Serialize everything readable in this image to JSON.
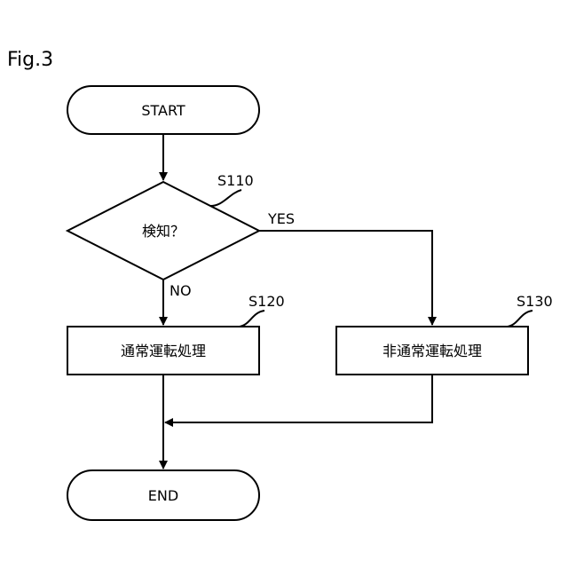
{
  "figure_label": "Fig.3",
  "nodes": {
    "start": "START",
    "decision": "検知？",
    "normal_process": "通常運転処理",
    "abnormal_process": "非通常運転処理",
    "end": "END"
  },
  "step_labels": {
    "s110": "S110",
    "s120": "S120",
    "s130": "S130"
  },
  "edge_labels": {
    "yes": "YES",
    "no": "NO"
  }
}
